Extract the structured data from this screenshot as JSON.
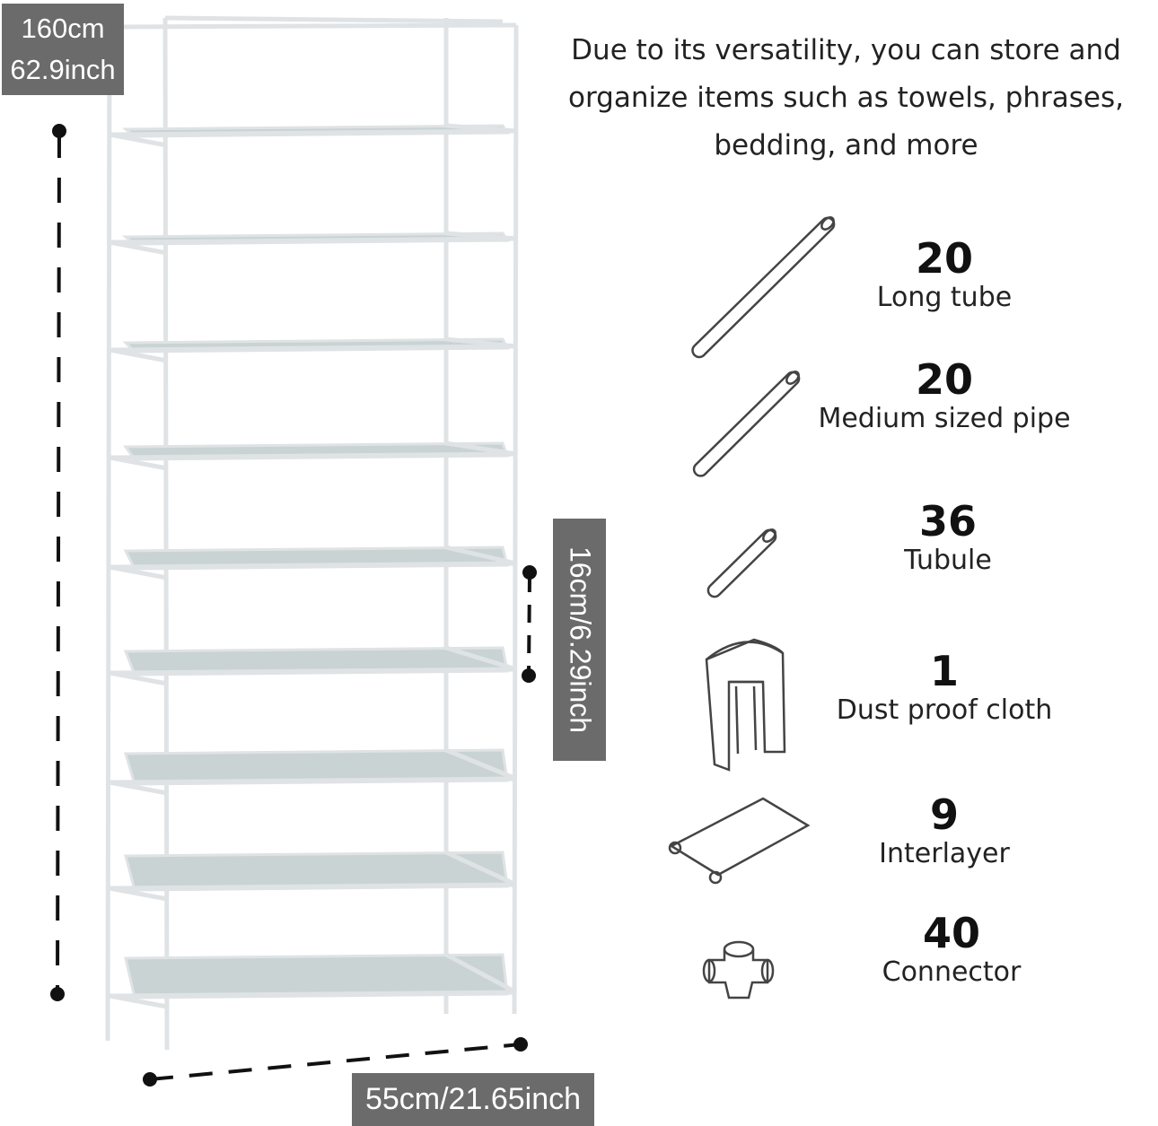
{
  "dimensions": {
    "height": "160cm\n62.9inch",
    "height_cm": "160cm",
    "height_inch": "62.9inch",
    "width": "55cm/21.65inch",
    "shelf_spacing": "16cm/6.29inch"
  },
  "intro_text": "Due to its versatility, you can store and organize items such as towels, phrases, bedding, and more",
  "parts": [
    {
      "count": "20",
      "name": "Long tube",
      "icon": "long-tube-icon"
    },
    {
      "count": "20",
      "name": "Medium sized pipe",
      "icon": "medium-pipe-icon"
    },
    {
      "count": "36",
      "name": "Tubule",
      "icon": "tubule-icon"
    },
    {
      "count": "1",
      "name": "Dust proof cloth",
      "icon": "dust-cover-icon"
    },
    {
      "count": "9",
      "name": "Interlayer",
      "icon": "interlayer-icon"
    },
    {
      "count": "40",
      "name": "Connector",
      "icon": "connector-icon"
    }
  ]
}
